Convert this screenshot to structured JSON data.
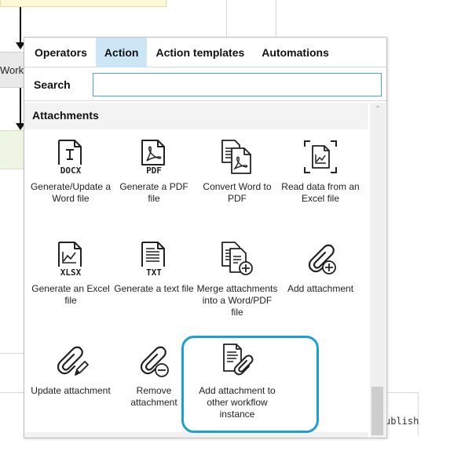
{
  "background": {
    "partial_node_text": "Workstow",
    "partial_right_text": "ublish pro"
  },
  "tabs": [
    {
      "label": "Operators",
      "active": false
    },
    {
      "label": "Action",
      "active": true
    },
    {
      "label": "Action templates",
      "active": false
    },
    {
      "label": "Automations",
      "active": false
    }
  ],
  "search": {
    "label": "Search",
    "value": "",
    "placeholder": ""
  },
  "section": {
    "title": "Attachments"
  },
  "items": [
    {
      "label": "Generate/Update a Word file",
      "icon": "docx-file-icon"
    },
    {
      "label": "Generate a PDF file",
      "icon": "pdf-file-icon"
    },
    {
      "label": "Convert Word to PDF",
      "icon": "convert-word-pdf-icon"
    },
    {
      "label": "Read data from an Excel file",
      "icon": "read-excel-icon"
    },
    {
      "label": "Generate an Excel file",
      "icon": "xlsx-file-icon"
    },
    {
      "label": "Generate a text file",
      "icon": "txt-file-icon"
    },
    {
      "label": "Merge attachments into a Word/PDF file",
      "icon": "merge-attachments-icon"
    },
    {
      "label": "Add attachment",
      "icon": "paperclip-plus-icon"
    },
    {
      "label": "Update attachment",
      "icon": "paperclip-pencil-icon"
    },
    {
      "label": "Remove attachment",
      "icon": "paperclip-minus-icon"
    },
    {
      "label": "Add attachment to other workflow instance",
      "icon": "document-paperclip-icon"
    }
  ],
  "colors": {
    "active_tab": "#cce6f6",
    "highlight": "#1a9fd9",
    "search_border": "#4fa0d8"
  }
}
